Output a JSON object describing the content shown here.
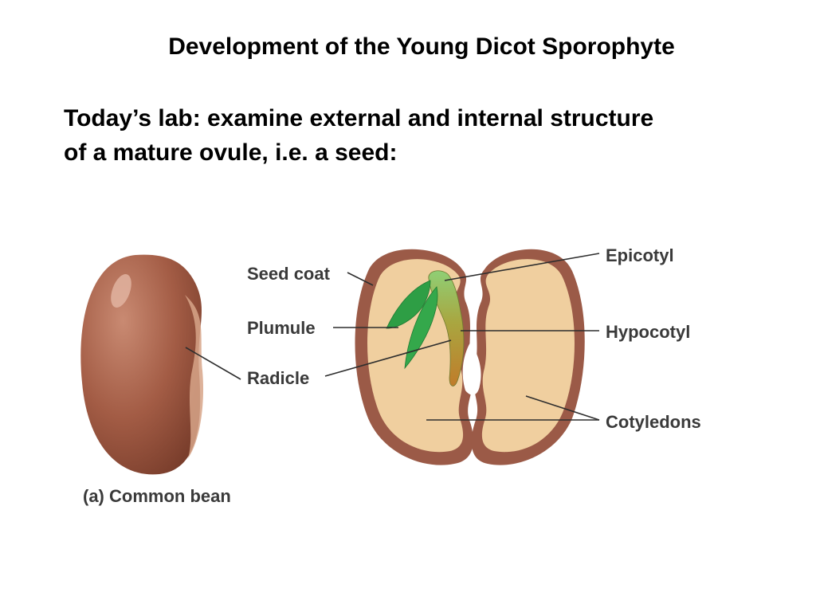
{
  "title": "Development of the Young Dicot Sporophyte",
  "body_lines": [
    "Today’s lab: examine external and internal structure",
    "of a mature ovule, i.e. a seed:"
  ],
  "figure": {
    "caption": "(a) Common bean",
    "labels": {
      "seed_coat": "Seed coat",
      "plumule": "Plumule",
      "radicle": "Radicle",
      "epicotyl": "Epicotyl",
      "hypocotyl": "Hypocotyl",
      "cotyledons": "Cotyledons"
    },
    "colors": {
      "seed_coat": "#9b5a47",
      "cotyledon": "#f0cf9f",
      "leaf": "#2e9e45",
      "epicotyl": "#8fcf75",
      "hypocotyl": "#a9a640",
      "radicle": "#c07c2a"
    }
  }
}
